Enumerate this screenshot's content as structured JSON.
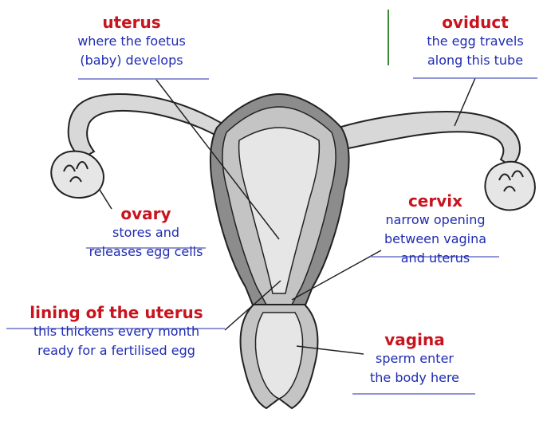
{
  "labels": {
    "uterus": {
      "title": "uterus",
      "line1": "where the foetus",
      "line2": "(baby) develops"
    },
    "oviduct": {
      "title": "oviduct",
      "line1": "the egg travels",
      "line2": "along this tube"
    },
    "ovary": {
      "title": "ovary",
      "line1": "stores and",
      "line2": "releases egg cells"
    },
    "cervix": {
      "title": "cervix",
      "line1": "narrow opening",
      "line2": "between vagina",
      "line3": "and uterus"
    },
    "lining": {
      "title": "lining of the uterus",
      "line1": "this thickens every month",
      "line2": "ready for a fertilised egg"
    },
    "vagina": {
      "title": "vagina",
      "line1": "sperm enter",
      "line2": "the body here"
    }
  },
  "colors": {
    "title_red": "#c8141e",
    "text_blue": "#1f2bb3",
    "organ_light": "#d8d8d8",
    "organ_dark": "#8c8c8c",
    "outline": "#222222",
    "divider_green": "#3a8a3a",
    "underline_blue": "#6b74c9"
  }
}
